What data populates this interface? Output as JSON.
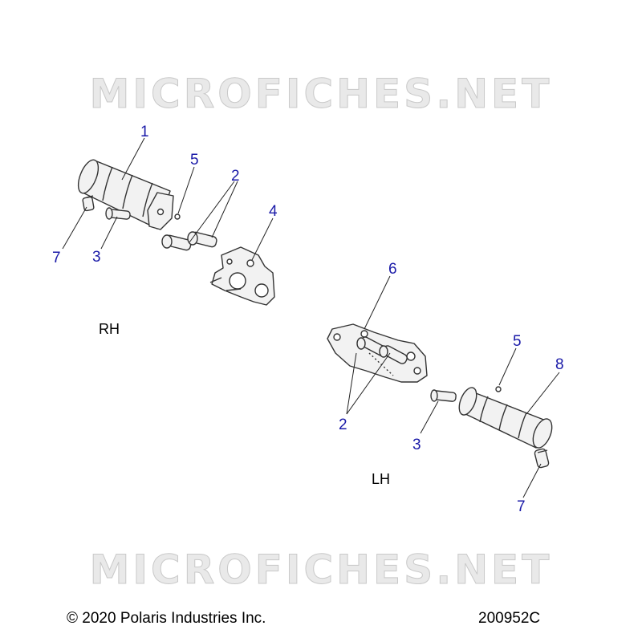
{
  "watermark": {
    "text": "MICROFICHES.NET"
  },
  "labels": {
    "rh": "RH",
    "lh": "LH"
  },
  "callouts": {
    "rh_1": "1",
    "rh_5": "5",
    "rh_2": "2",
    "rh_4": "4",
    "rh_7": "7",
    "rh_3": "3",
    "lh_6": "6",
    "lh_5": "5",
    "lh_8": "8",
    "lh_2": "2",
    "lh_3": "3",
    "lh_7": "7"
  },
  "footer": {
    "copyright": "© 2020 Polaris Industries Inc.",
    "code": "200952C"
  },
  "colors": {
    "callout": "#1a1aa8",
    "part_fill": "#f2f2f2",
    "part_stroke": "#333333"
  }
}
